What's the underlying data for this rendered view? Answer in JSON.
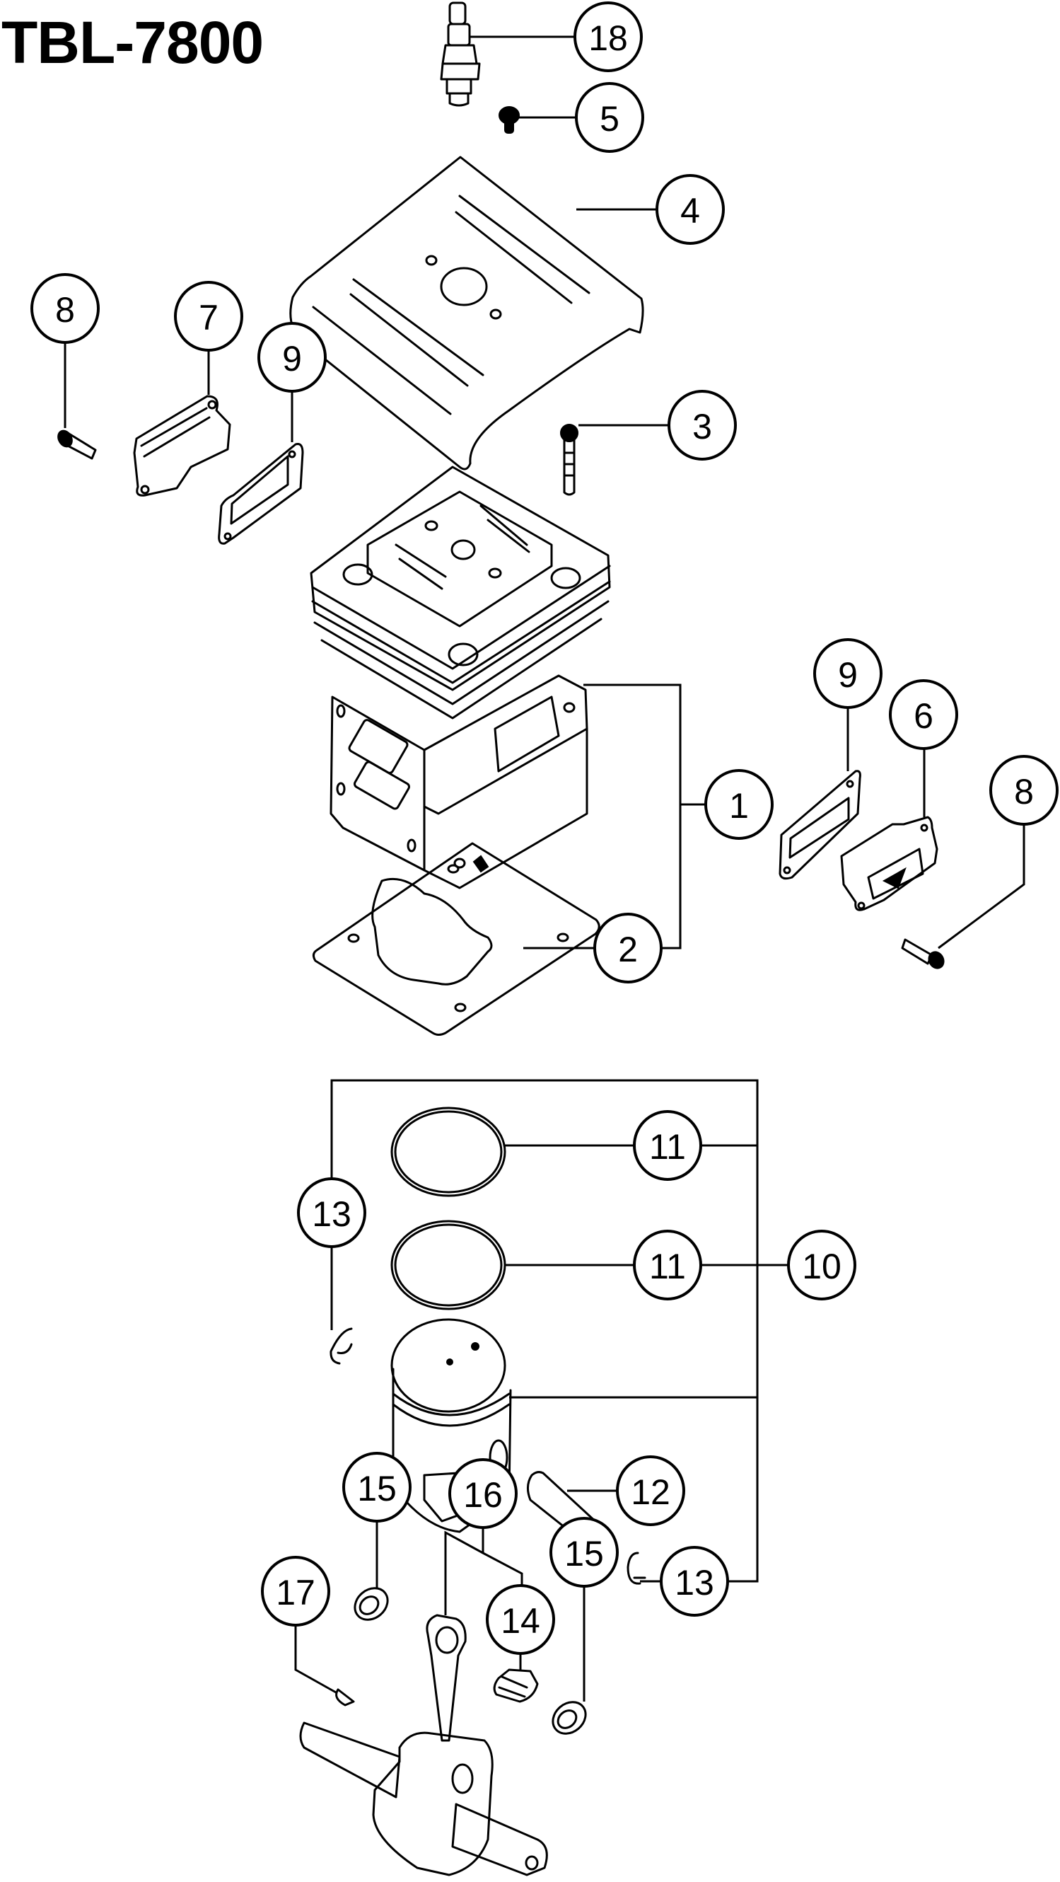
{
  "title": "TBL-7800",
  "callouts": [
    {
      "label": "18",
      "part": "spark-plug"
    },
    {
      "label": "5",
      "part": "screw"
    },
    {
      "label": "4",
      "part": "cylinder-cover"
    },
    {
      "label": "8",
      "part": "bolt-left"
    },
    {
      "label": "7",
      "part": "intake-flange-left"
    },
    {
      "label": "9",
      "part": "gasket-left"
    },
    {
      "label": "3",
      "part": "bolt"
    },
    {
      "label": "1",
      "part": "cylinder-assembly"
    },
    {
      "label": "9",
      "part": "gasket-right"
    },
    {
      "label": "6",
      "part": "intake-flange-right"
    },
    {
      "label": "8",
      "part": "bolt-right"
    },
    {
      "label": "2",
      "part": "base-gasket"
    },
    {
      "label": "13",
      "part": "circlip-left"
    },
    {
      "label": "11",
      "part": "piston-ring-upper"
    },
    {
      "label": "11",
      "part": "piston-ring-lower"
    },
    {
      "label": "10",
      "part": "piston-assembly"
    },
    {
      "label": "12",
      "part": "piston-pin"
    },
    {
      "label": "13",
      "part": "circlip-right"
    },
    {
      "label": "15",
      "part": "oil-seal-left"
    },
    {
      "label": "16",
      "part": "crankshaft-assembly"
    },
    {
      "label": "15",
      "part": "oil-seal-right"
    },
    {
      "label": "17",
      "part": "woodruff-key"
    },
    {
      "label": "14",
      "part": "needle-bearing"
    }
  ]
}
